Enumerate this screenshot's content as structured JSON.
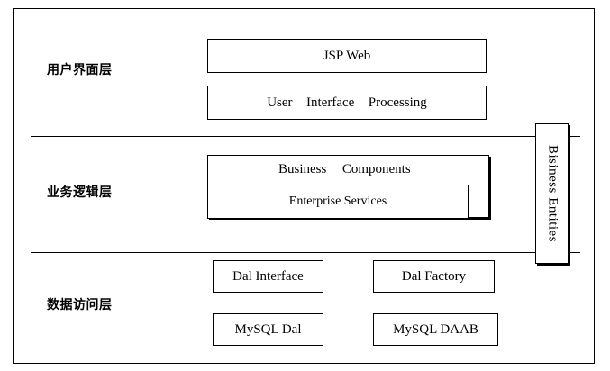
{
  "layers": {
    "ui": {
      "label": "用户界面层"
    },
    "business": {
      "label": "业务逻辑层"
    },
    "data": {
      "label": "数据访问层"
    }
  },
  "boxes": {
    "jsp_web": "JSP Web",
    "ui_processing": "User  Interface  Processing",
    "business_components": "Business  Components",
    "enterprise_services": "Enterprise Services",
    "dal_interface": "Dal Interface",
    "dal_factory": "Dal Factory",
    "mysql_dal": "MySQL Dal",
    "mysql_daab": "MySQL DAAB",
    "business_entities": "Bisiness Entities"
  }
}
